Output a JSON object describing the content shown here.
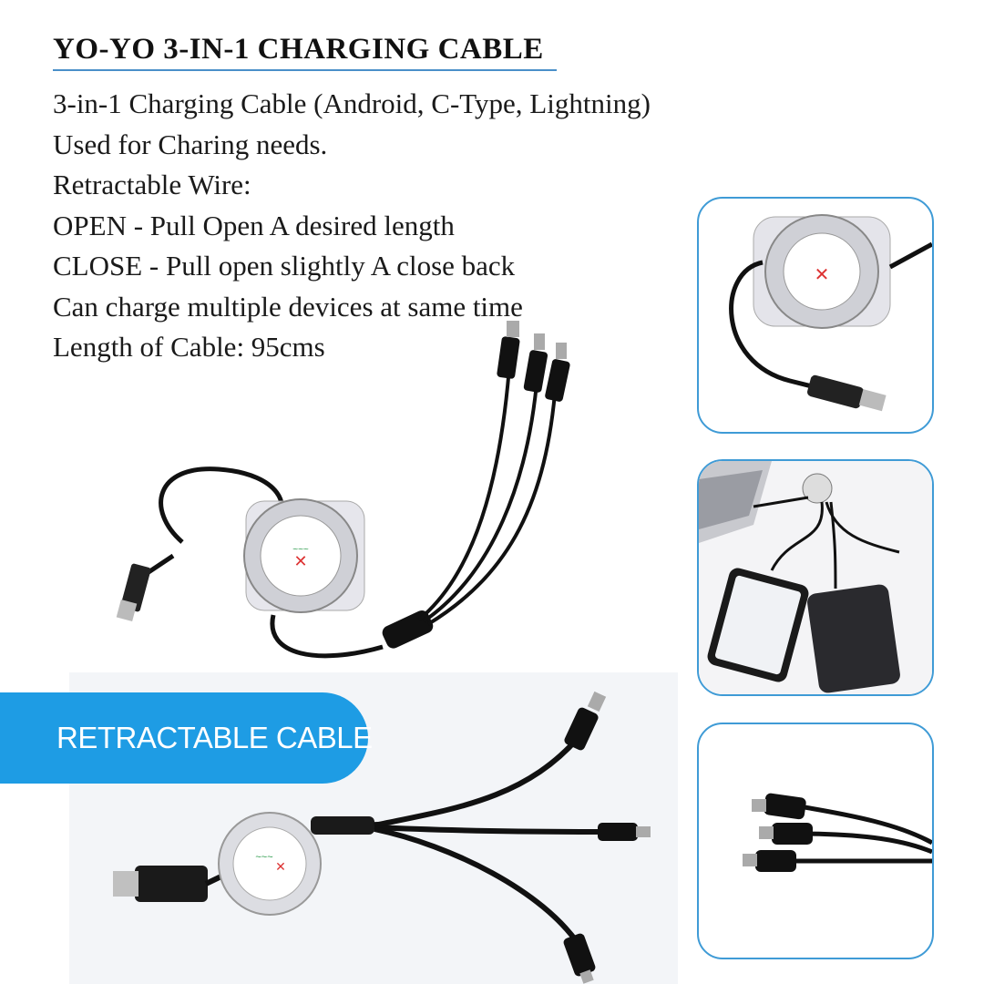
{
  "product": {
    "title": "YO-YO 3-IN-1 CHARGING CABLE",
    "description_lines": [
      "3-in-1 Charging Cable (Android, C-Type, Lightning)",
      "Used for Charing needs.",
      "Retractable Wire:",
      "OPEN - Pull Open A desired length",
      "CLOSE - Pull open slightly A close back",
      "Can charge multiple devices at same time",
      "Length of Cable: 95cms"
    ],
    "banner_label": "RETRACTABLE CABLE"
  },
  "colors": {
    "accent": "#1e9ce4",
    "frame_border": "#3f9bd6",
    "title_rule": "#4a8fc9"
  },
  "images": [
    {
      "name": "main-product-photo",
      "depicts": "retractable reel cable with three connectors"
    },
    {
      "name": "thumb-reel-closeup",
      "depicts": "reel with USB plug"
    },
    {
      "name": "thumb-laptop-usage",
      "depicts": "cable charging phone and power bank from laptop"
    },
    {
      "name": "thumb-connectors",
      "depicts": "three connector tips"
    },
    {
      "name": "bottom-product-photo",
      "depicts": "extended retractable cable"
    }
  ]
}
